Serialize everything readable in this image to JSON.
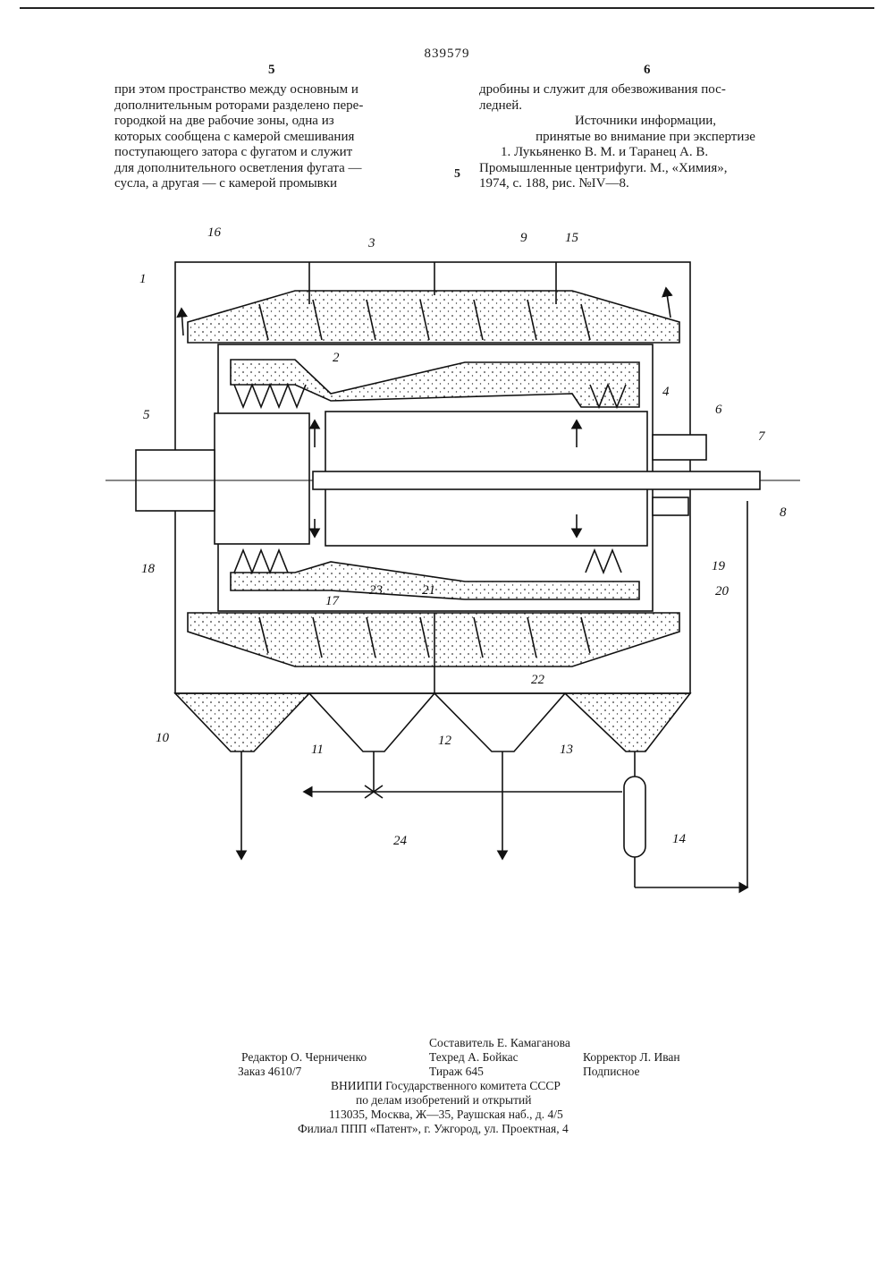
{
  "header": {
    "patent_number": "839579",
    "col_left_num": "5",
    "col_right_num": "6",
    "line_marker": "5"
  },
  "left_column": [
    "при этом пространство между основным и",
    "дополнительным роторами разделено пере-",
    "городкой на две рабочие зоны, одна из",
    "которых сообщена с камерой смешивания",
    "поступающего затора с фугатом и служит",
    "для дополнительного осветления фугата —",
    "сусла, а другая — с камерой промывки"
  ],
  "right_column": {
    "lines": [
      "дробины и служит для обезвоживания пос-",
      "ледней."
    ],
    "sources_title_1": "Источники информации,",
    "sources_title_2": "принятые во внимание при экспертизе",
    "ref_1": "1. Лукьяненко В. М. и Таранец А. В.",
    "ref_2": "Промышленные центрифуги. М., «Химия»,",
    "ref_3": "1974, с. 188, рис. №IV—8."
  },
  "figure": {
    "labels": [
      "1",
      "2",
      "3",
      "4",
      "5",
      "6",
      "7",
      "8",
      "9",
      "10",
      "11",
      "12",
      "13",
      "14",
      "15",
      "16",
      "17",
      "18",
      "19",
      "20",
      "21",
      "22",
      "23",
      "24"
    ]
  },
  "footer": {
    "compiler": "Составитель Е. Камаганова",
    "editor": "Редактор О. Черниченко",
    "techred": "Техред А. Бойкас",
    "corrector": "Корректор Л. Иван",
    "order": "Заказ 4610/7",
    "print_run": "Тираж 645",
    "subscription": "Подписное",
    "org_1": "ВНИИПИ Государственного комитета СССР",
    "org_2": "по делам изобретений и открытий",
    "org_3": "113035, Москва, Ж—35, Раушская наб., д. 4/5",
    "org_4": "Филиал ППП «Патент», г. Ужгород, ул. Проектная, 4"
  }
}
